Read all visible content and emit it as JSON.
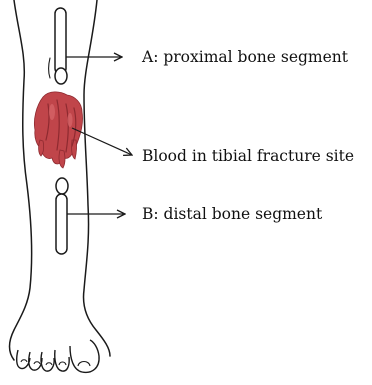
{
  "labels": {
    "proximal": "A: proximal bone segment",
    "blood": "Blood in tibial fracture site",
    "distal": "B: distal bone segment"
  },
  "colors": {
    "outline": "#1a1a1a",
    "blood_main": "#c0454a",
    "blood_dark": "#8e2a30",
    "blood_light": "#d9686c",
    "background": "#ffffff"
  },
  "figure": {
    "subject": "lower leg and foot with tibial fracture",
    "icons": [
      "leg-outline-icon",
      "bone-icon",
      "blood-clot-icon",
      "arrow-icon",
      "toe-icon"
    ]
  }
}
